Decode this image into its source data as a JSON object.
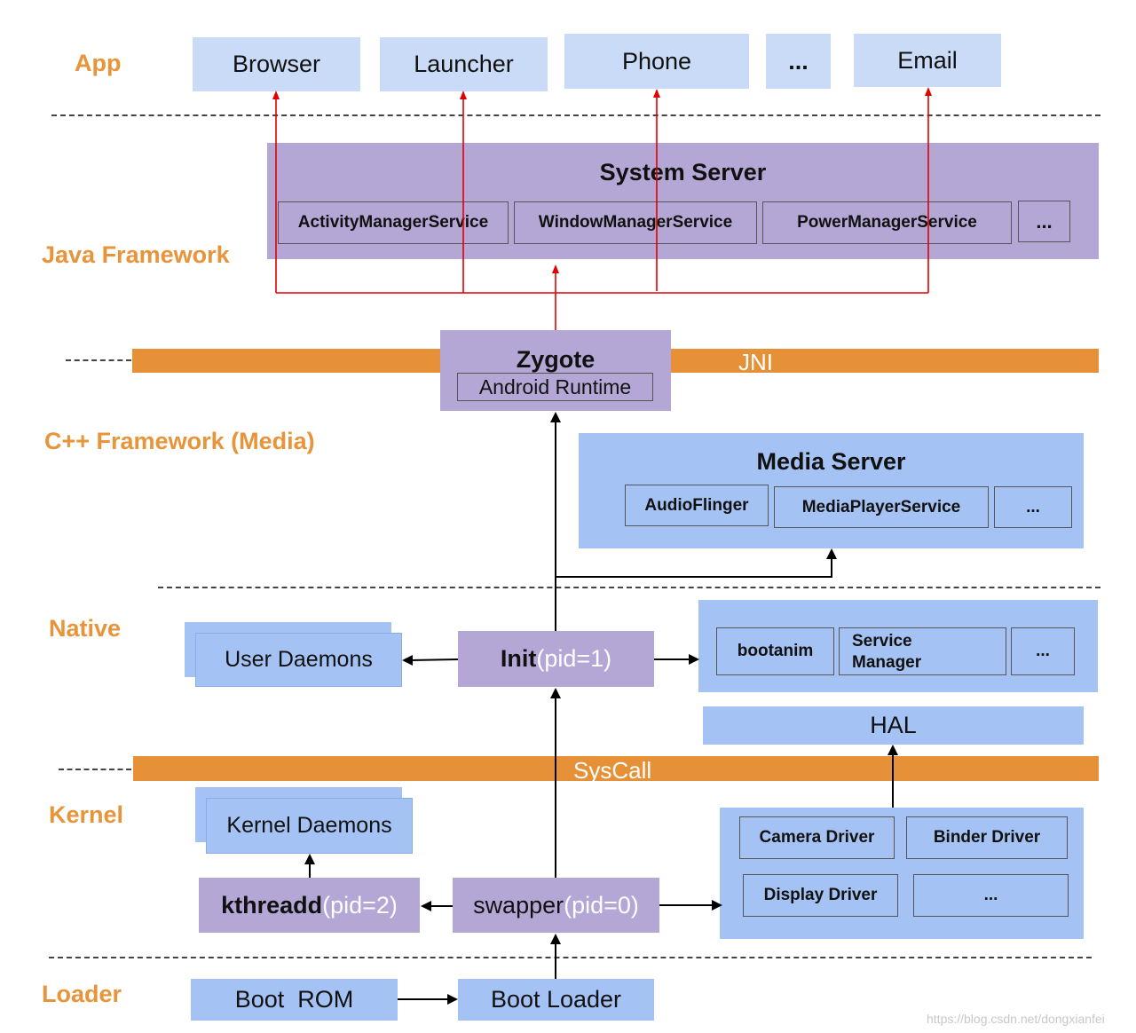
{
  "layers": {
    "app": "App",
    "java": "Java Framework",
    "cpp": "C++ Framework (Media)",
    "native": "Native",
    "kernel": "Kernel",
    "loader": "Loader"
  },
  "apps": [
    "Browser",
    "Launcher",
    "Phone",
    "...",
    "Email"
  ],
  "system_server": {
    "title": "System Server",
    "services": [
      "ActivityManagerService",
      "WindowManagerService",
      "PowerManagerService",
      "..."
    ]
  },
  "jni": "JNI",
  "zygote": {
    "title": "Zygote",
    "runtime": "Android Runtime"
  },
  "media_server": {
    "title": "Media Server",
    "services": [
      "AudioFlinger",
      "MediaPlayerService",
      "..."
    ]
  },
  "native": {
    "user_daemons": "User Daemons",
    "init_name": "Init",
    "init_pid": "(pid=1)",
    "bootanim": "bootanim",
    "service_manager_1": "Service",
    "service_manager_2": "Manager",
    "more": "..."
  },
  "hal": "HAL",
  "syscall": "SysCall",
  "kernel": {
    "kernel_daemons": "Kernel Daemons",
    "kthreadd_name": "kthreadd",
    "kthreadd_pid": "(pid=2)",
    "swapper_name": "swapper",
    "swapper_pid": "(pid=0)",
    "drivers": [
      "Camera Driver",
      "Binder Driver",
      "Display Driver",
      "..."
    ]
  },
  "loader": {
    "boot_rom": "Boot  ROM",
    "boot_loader": "Boot Loader"
  },
  "watermark": "https://blog.csdn.net/dongxianfei",
  "colors": {
    "layer_label": "#e8943a",
    "purple": "#b4a7d6",
    "blue": "#a4c2f4",
    "light_blue": "#c9dbf6",
    "orange_bar": "#e69138",
    "red_arrow": "#e00000"
  }
}
